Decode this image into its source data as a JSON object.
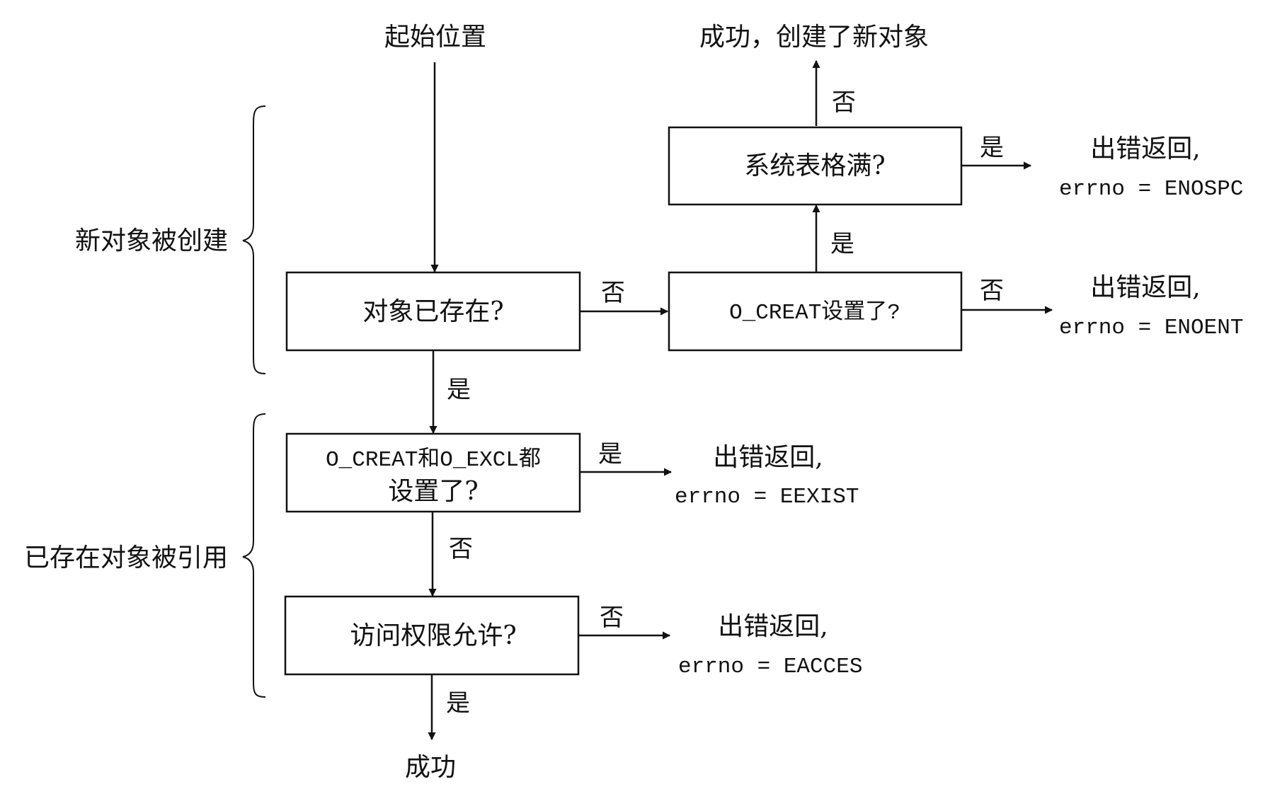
{
  "terminals": {
    "start": "起始位置",
    "created": "成功，创建了新对象",
    "success": "成功"
  },
  "nodes": {
    "exists": "对象已存在?",
    "ocreat": "O_CREAT设置了?",
    "table_full": "系统表格满?",
    "excl_line1": "O_CREAT和O_EXCL都",
    "excl_line2": "设置了?",
    "access": "访问权限允许?"
  },
  "errors": {
    "enospc": {
      "line1": "出错返回,",
      "line2": "errno = ENOSPC"
    },
    "enoent": {
      "line1": "出错返回,",
      "line2": "errno = ENOENT"
    },
    "eexist": {
      "line1": "出错返回,",
      "line2": "errno = EEXIST"
    },
    "eacces": {
      "line1": "出错返回,",
      "line2": "errno = EACCES"
    }
  },
  "edge_labels": {
    "table_full_no": "否",
    "table_full_yes": "是",
    "ocreat_yes": "是",
    "ocreat_no": "否",
    "exists_no": "否",
    "exists_yes": "是",
    "excl_yes": "是",
    "excl_no": "否",
    "access_no": "否",
    "access_yes": "是"
  },
  "groups": {
    "new_object": "新对象被创建",
    "existing_object": "已存在对象被引用"
  }
}
